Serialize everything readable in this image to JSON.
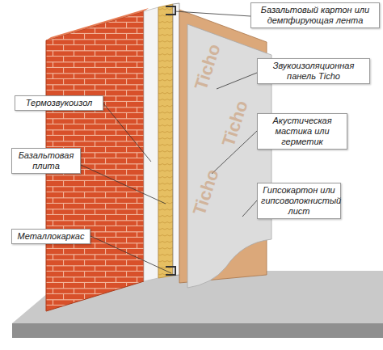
{
  "diagram": {
    "nodes": [
      {
        "text": [
          "Базальтовый картон или демпфирующая лента"
        ]
      },
      {
        "text": [
          "Звукоизоляционная панель Ticho"
        ]
      },
      {
        "text": [
          "Термозвукоизол"
        ]
      },
      {
        "text": [
          "Акустическая мастика или герметик"
        ]
      },
      {
        "text": [
          "Базальтовая плита"
        ]
      },
      {
        "text": [
          "Гипсокартон или гипсоволокнистый лист"
        ]
      },
      {
        "text": [
          "Металлокаркас"
        ]
      }
    ],
    "labels": [
      "Ticho",
      "Ticho",
      "Ticho"
    ]
  }
}
